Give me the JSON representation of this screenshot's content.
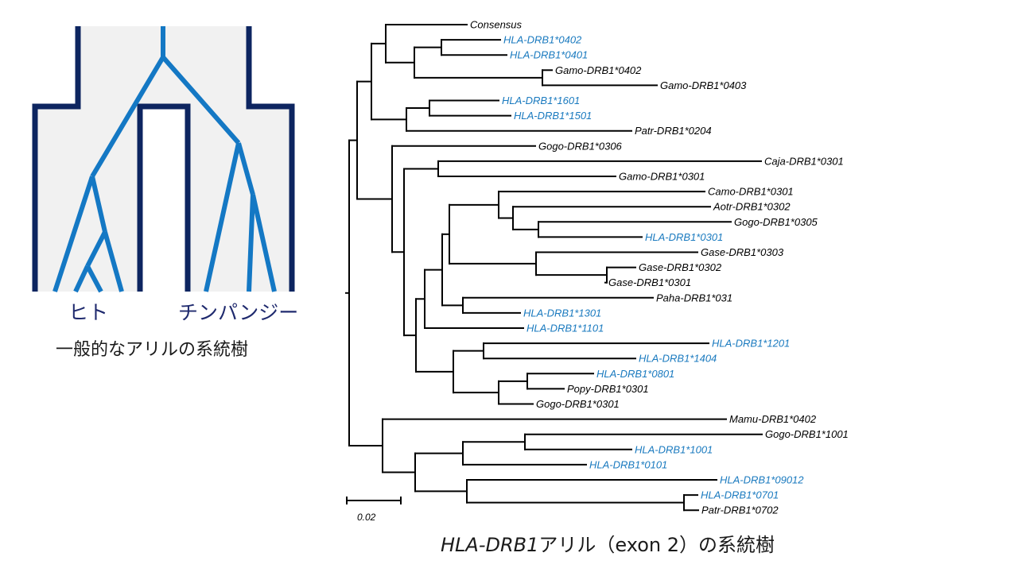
{
  "left_panel": {
    "label_human": "ヒト",
    "label_chimp": "チンパンジー",
    "caption": "一般的なアリルの系統樹"
  },
  "right_panel": {
    "caption_italic": "HLA-DRB1",
    "caption_rest": "アリル（exon 2）の系統樹",
    "scale_label": "0.02"
  },
  "colors": {
    "human_allele": "#1a7abf",
    "other_allele": "#000000",
    "species_outline": "#0d2560",
    "gene_line": "#1478c4",
    "species_fill": "#f1f1f1"
  },
  "tree": {
    "leaves": [
      {
        "label": "Consensus",
        "human": false
      },
      {
        "label": "HLA-DRB1*0402",
        "human": true
      },
      {
        "label": "HLA-DRB1*0401",
        "human": true
      },
      {
        "label": "Gamo-DRB1*0402",
        "human": false
      },
      {
        "label": "Gamo-DRB1*0403",
        "human": false
      },
      {
        "label": "HLA-DRB1*1601",
        "human": true
      },
      {
        "label": "HLA-DRB1*1501",
        "human": true
      },
      {
        "label": "Patr-DRB1*0204",
        "human": false
      },
      {
        "label": "Gogo-DRB1*0306",
        "human": false
      },
      {
        "label": "Caja-DRB1*0301",
        "human": false
      },
      {
        "label": "Gamo-DRB1*0301",
        "human": false
      },
      {
        "label": "Camo-DRB1*0301",
        "human": false
      },
      {
        "label": "Aotr-DRB1*0302",
        "human": false
      },
      {
        "label": "Gogo-DRB1*0305",
        "human": false
      },
      {
        "label": "HLA-DRB1*0301",
        "human": true
      },
      {
        "label": "Gase-DRB1*0303",
        "human": false
      },
      {
        "label": "Gase-DRB1*0302",
        "human": false
      },
      {
        "label": "Gase-DRB1*0301",
        "human": false
      },
      {
        "label": "Paha-DRB1*031",
        "human": false
      },
      {
        "label": "HLA-DRB1*1301",
        "human": true
      },
      {
        "label": "HLA-DRB1*1101",
        "human": true
      },
      {
        "label": "HLA-DRB1*1201",
        "human": true
      },
      {
        "label": "HLA-DRB1*1404",
        "human": true
      },
      {
        "label": "HLA-DRB1*0801",
        "human": true
      },
      {
        "label": "Popy-DRB1*0301",
        "human": false
      },
      {
        "label": "Gogo-DRB1*0301",
        "human": false
      },
      {
        "label": "Mamu-DRB1*0402",
        "human": false
      },
      {
        "label": "Gogo-DRB1*1001",
        "human": false
      },
      {
        "label": "HLA-DRB1*1001",
        "human": true
      },
      {
        "label": "HLA-DRB1*0101",
        "human": true
      },
      {
        "label": "HLA-DRB1*09012",
        "human": true
      },
      {
        "label": "HLA-DRB1*0701",
        "human": true
      },
      {
        "label": "Patr-DRB1*0702",
        "human": false
      }
    ]
  }
}
